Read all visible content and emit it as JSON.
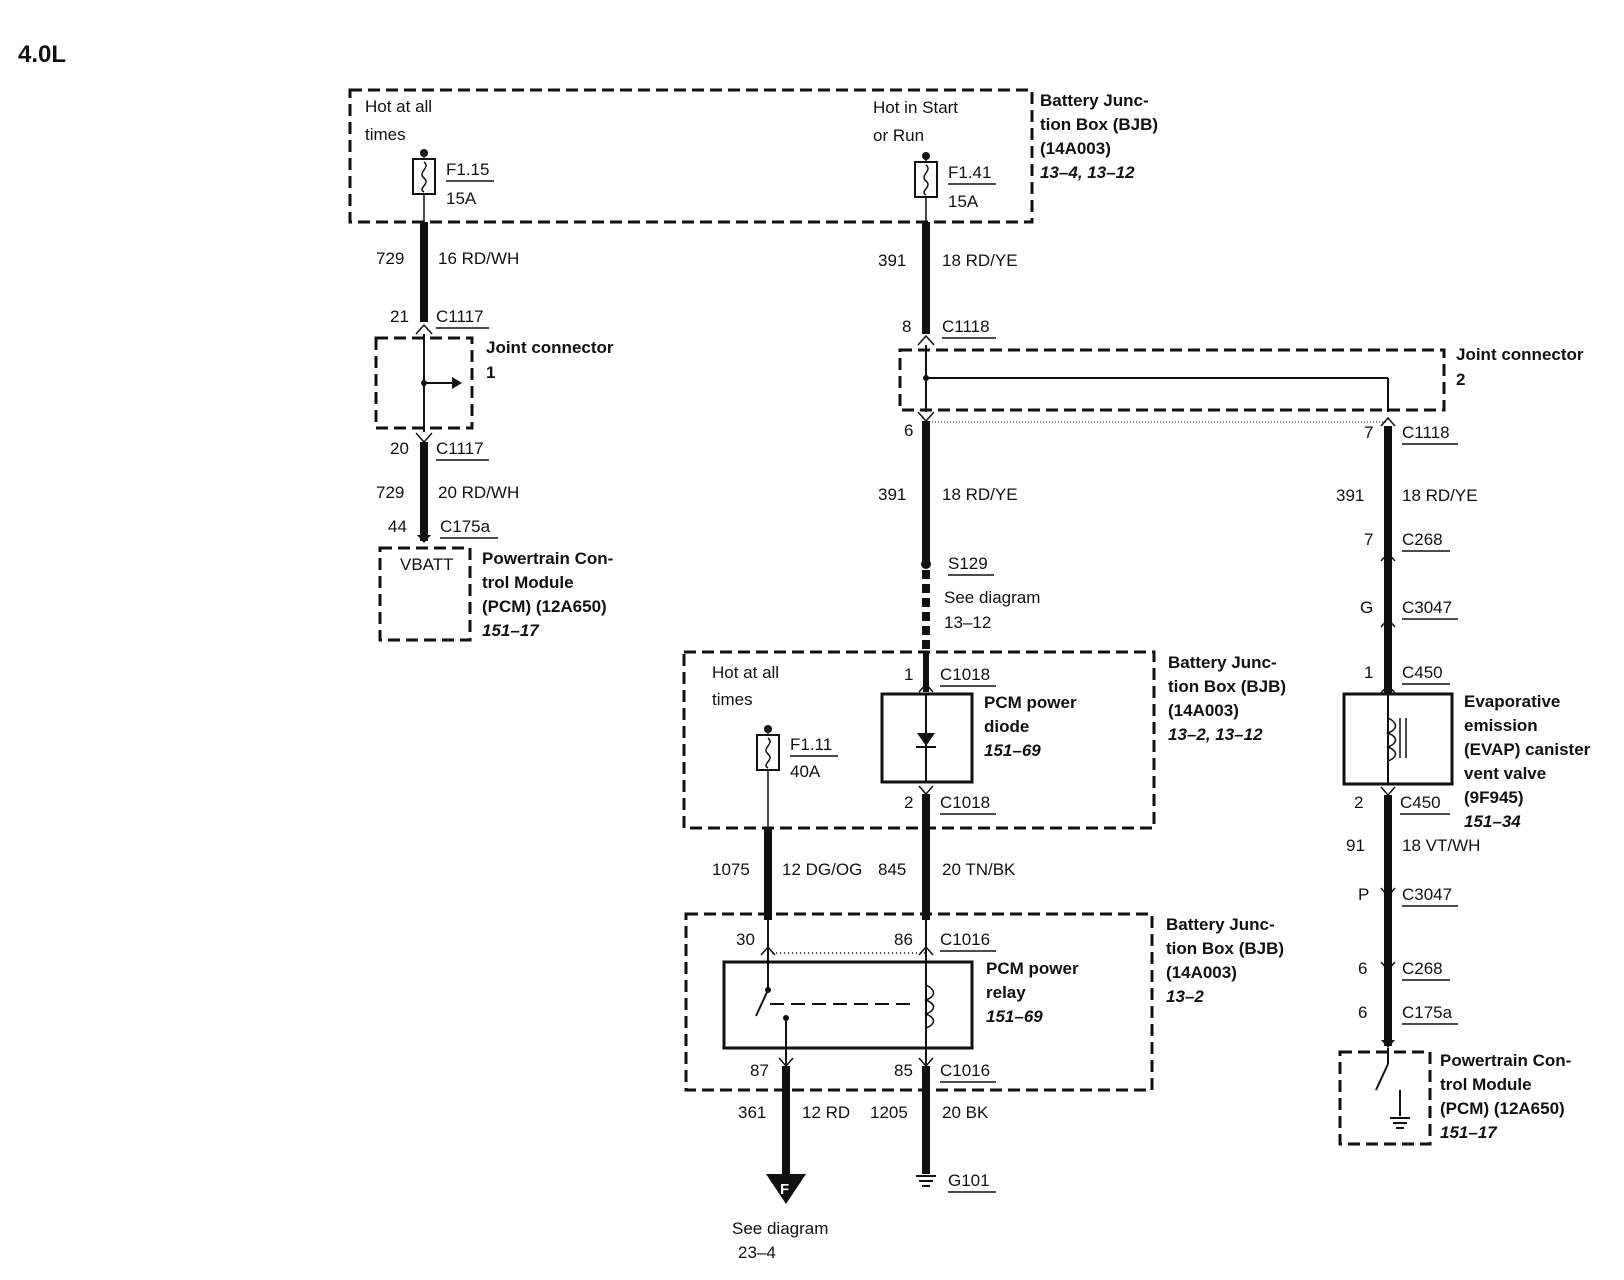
{
  "engine": "4.0L",
  "bjb_top": {
    "name": [
      "Battery Junc-",
      "tion Box (BJB)",
      "(14A003)"
    ],
    "ref": "13–4, 13–12",
    "hot_left": [
      "Hot at all",
      "times"
    ],
    "hot_right": [
      "Hot in Start",
      "or Run"
    ],
    "fuse_left": {
      "id": "F1.15",
      "rating": "15A"
    },
    "fuse_right": {
      "id": "F1.41",
      "rating": "15A"
    }
  },
  "left_branch": {
    "wire1": {
      "circuit": "729",
      "spec": "16 RD/WH"
    },
    "c_in": {
      "pin": "21",
      "conn": "C1117"
    },
    "joint": [
      "Joint connector",
      "1"
    ],
    "c_out": {
      "pin": "20",
      "conn": "C1117"
    },
    "wire2": {
      "circuit": "729",
      "spec": "20 RD/WH"
    },
    "c_pcm": {
      "pin": "44",
      "conn": "C175a"
    },
    "pcm_pin": "VBATT",
    "pcm": [
      "Powertrain Con-",
      "trol Module",
      "(PCM) (12A650)"
    ],
    "pcm_ref": "151–17"
  },
  "center_branch": {
    "wire1": {
      "circuit": "391",
      "spec": "18 RD/YE"
    },
    "c_in": {
      "pin": "8",
      "conn": "C1118"
    },
    "joint": [
      "Joint connector",
      "2"
    ],
    "c_out": {
      "pin": "6"
    },
    "wire2": {
      "circuit": "391",
      "spec": "18 RD/YE"
    },
    "splice": {
      "id": "S129",
      "see": [
        "See diagram",
        "13–12"
      ]
    },
    "bjb2": {
      "name": [
        "Battery Junc-",
        "tion Box (BJB)",
        "(14A003)"
      ],
      "ref": "13–2, 13–12",
      "hot": [
        "Hot at all",
        "times"
      ],
      "fuse": {
        "id": "F1.11",
        "rating": "40A"
      },
      "c_top": {
        "pin": "1",
        "conn": "C1018"
      },
      "c_bot": {
        "pin": "2",
        "conn": "C1018"
      },
      "diode": [
        "PCM power",
        "diode"
      ],
      "diode_ref": "151–69"
    },
    "wire_fuse": {
      "circuit": "1075",
      "spec": "12 DG/OG"
    },
    "wire_diode": {
      "circuit": "845",
      "spec": "20 TN/BK"
    },
    "bjb3": {
      "name": [
        "Battery Junc-",
        "tion Box (BJB)",
        "(14A003)"
      ],
      "ref": "13–2",
      "pin30": "30",
      "pin86": "86",
      "conn_top": "C1016",
      "pin87": "87",
      "pin85": "85",
      "conn_bot": "C1016",
      "relay": [
        "PCM power",
        "relay"
      ],
      "relay_ref": "151–69"
    },
    "wire_out1": {
      "circuit": "361",
      "spec": "12 RD"
    },
    "wire_out2": {
      "circuit": "1205",
      "spec": "20 BK"
    },
    "ground": "G101",
    "to_letter": "F",
    "to_see": [
      "See diagram",
      "23–4"
    ]
  },
  "right_branch": {
    "c_joint": {
      "pin": "7",
      "conn": "C1118"
    },
    "wire1": {
      "circuit": "391",
      "spec": "18 RD/YE"
    },
    "c1": {
      "pin": "7",
      "conn": "C268"
    },
    "c2": {
      "pin": "G",
      "conn": "C3047"
    },
    "c3": {
      "pin": "1",
      "conn": "C450"
    },
    "valve": [
      "Evaporative",
      "emission",
      "(EVAP) canister",
      "vent valve",
      "(9F945)"
    ],
    "valve_ref": "151–34",
    "c4": {
      "pin": "2",
      "conn": "C450"
    },
    "wire2": {
      "circuit": "91",
      "spec": "18 VT/WH"
    },
    "c5": {
      "pin": "P",
      "conn": "C3047"
    },
    "c6": {
      "pin": "6",
      "conn": "C268"
    },
    "c7": {
      "pin": "6",
      "conn": "C175a"
    },
    "pcm": [
      "Powertrain Con-",
      "trol Module",
      "(PCM) (12A650)"
    ],
    "pcm_ref": "151–17"
  }
}
